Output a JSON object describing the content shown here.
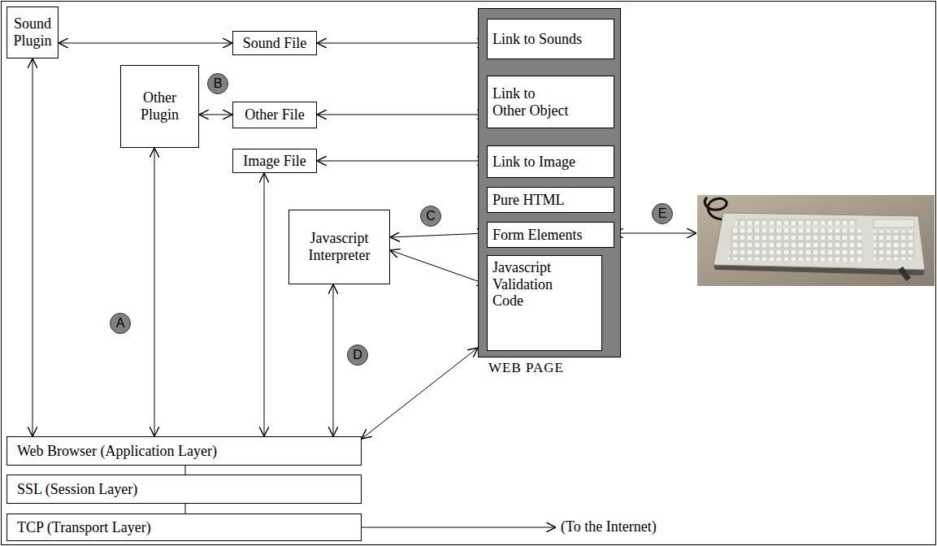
{
  "diagram": {
    "nodes": [
      {
        "text": [
          "Sound Plugin"
        ]
      },
      {
        "text": [
          "Sound File"
        ]
      },
      {
        "text": [
          "WEB PAGE"
        ]
      },
      {
        "text": [
          "Link to Sounds"
        ],
        "in": 2
      },
      {
        "text": [
          "Other Plugin"
        ]
      },
      {
        "text": [
          "Other File"
        ]
      },
      {
        "text": [
          "Link to Other Object"
        ],
        "in": 2
      },
      {
        "text": [
          "Image File"
        ]
      },
      {
        "text": [
          "Link to Image"
        ],
        "in": 2
      },
      {
        "text": [
          "Pure HTML"
        ],
        "in": 2
      },
      {
        "text": [
          "Form Elements"
        ],
        "in": 2
      },
      {
        "text": [
          "Javascript Interpreter"
        ]
      },
      {
        "text": [
          "Javascript Validation Code"
        ],
        "in": 2
      },
      {
        "text": [
          "Web Browser (Application Layer)"
        ]
      },
      {
        "text": [
          "SSL (Session Layer)"
        ]
      },
      {
        "text": [
          "TCP (Transport Layer)"
        ]
      }
    ],
    "edges": [
      {
        "from": 0,
        "to": 1,
        "arrow": "both"
      },
      {
        "from": 1,
        "to": 3,
        "arrow": "both"
      },
      {
        "from": 4,
        "to": 5,
        "arrow": "both"
      },
      {
        "from": 5,
        "to": 6,
        "arrow": "both"
      },
      {
        "from": 7,
        "to": 8,
        "arrow": "both"
      },
      {
        "from": 11,
        "to": 10,
        "arrow": "both"
      },
      {
        "from": 11,
        "to": 12,
        "arrow": "both"
      },
      {
        "from": 0,
        "to": 13,
        "arrow": "both"
      },
      {
        "from": 4,
        "to": 13,
        "arrow": "both"
      },
      {
        "from": 7,
        "to": 13,
        "arrow": "both"
      },
      {
        "from": 11,
        "to": 13,
        "arrow": "both"
      },
      {
        "from": 13,
        "to": 2,
        "arrow": "both"
      },
      {
        "from": 13,
        "to": 14,
        "arrow": "none"
      },
      {
        "from": 14,
        "to": 15,
        "arrow": "none"
      }
    ],
    "labels": [
      "A",
      "B",
      "C",
      "D",
      "E",
      "(To the Internet)"
    ]
  }
}
